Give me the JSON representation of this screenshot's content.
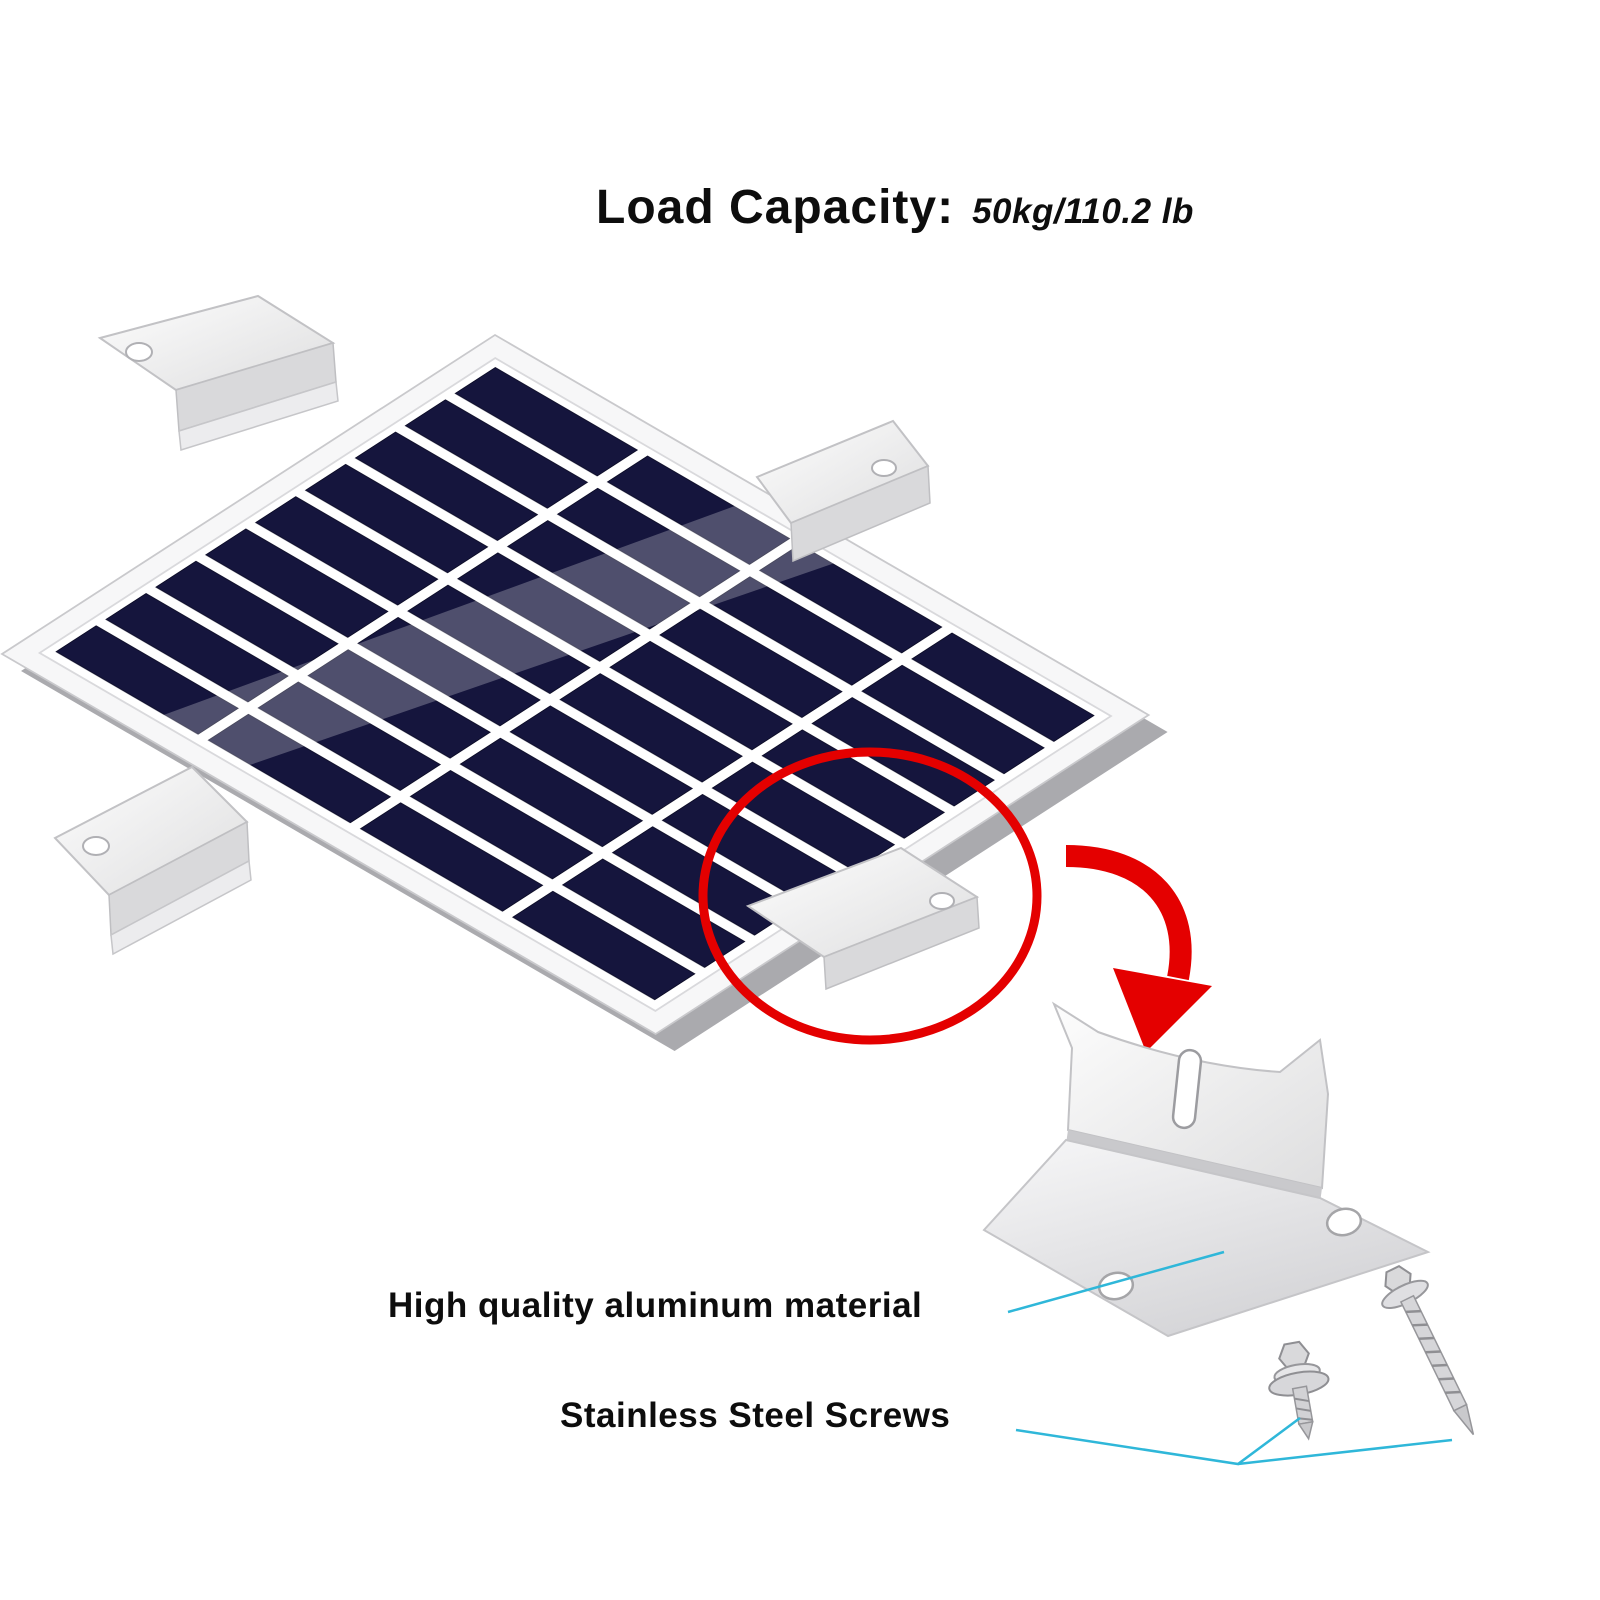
{
  "title": {
    "label": "Load Capacity:",
    "value": "50kg/110.2 lb"
  },
  "callouts": {
    "material": "High quality aluminum material",
    "screws": "Stainless Steel Screws"
  },
  "panel": {
    "rows": 9,
    "columns": 4,
    "bracket_count": 4
  },
  "colors": {
    "highlight": "#e40000",
    "leader": "#2fb7d9",
    "cell": "#15153d",
    "text": "#0d0d0d",
    "background": "#ffffff"
  }
}
